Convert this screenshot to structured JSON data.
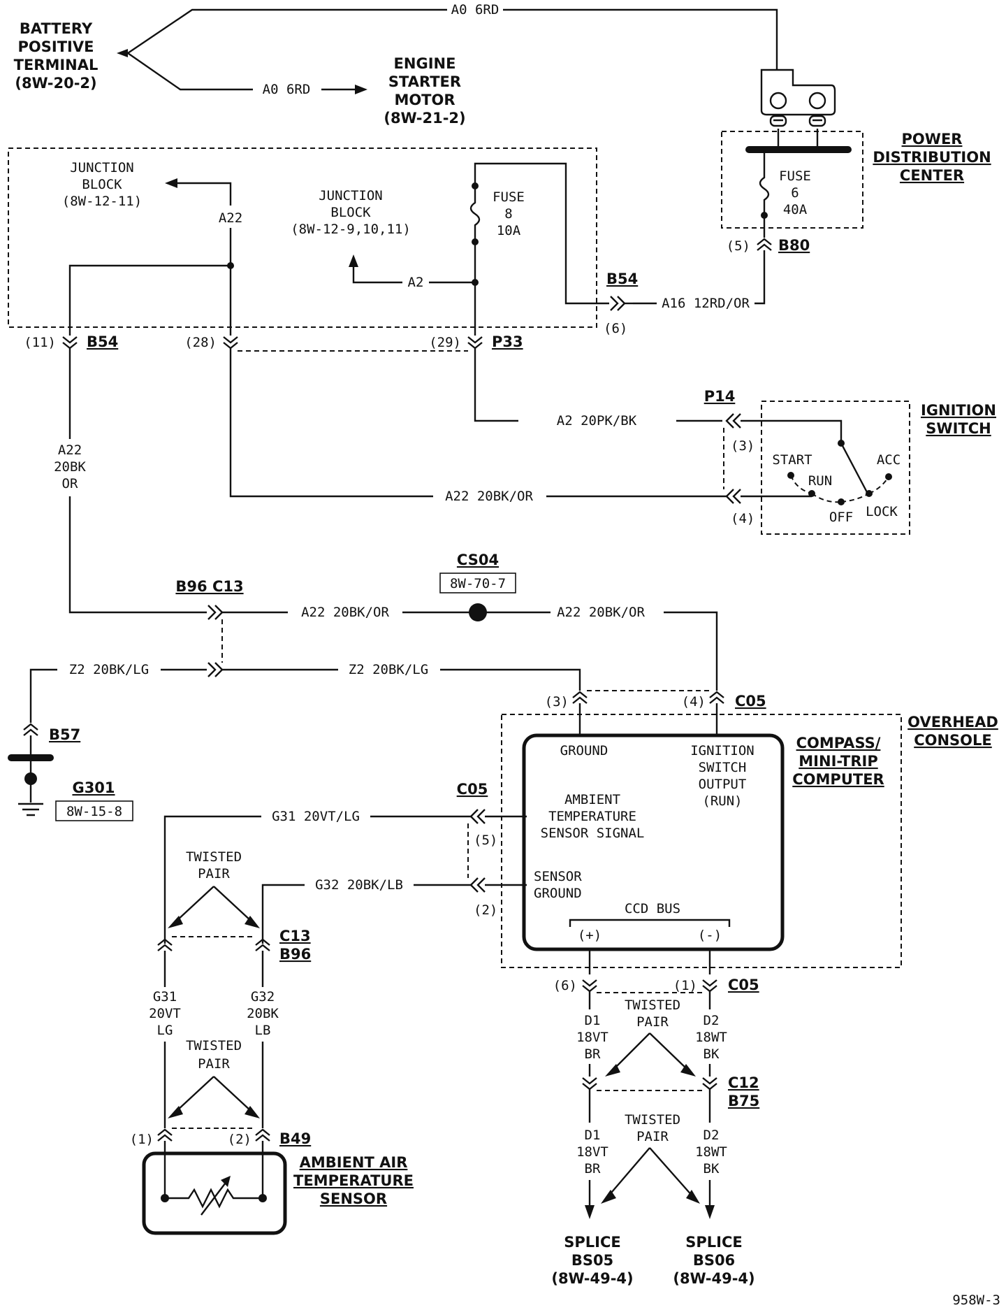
{
  "labels": {
    "battery": [
      "BATTERY",
      "POSITIVE",
      "TERMINAL",
      "(8W-20-2)"
    ],
    "starter": [
      "ENGINE",
      "STARTER",
      "MOTOR",
      "(8W-21-2)"
    ],
    "a0_top": "A0 6RD",
    "a0_bottom": "A0 6RD",
    "pdc": [
      "POWER",
      "DISTRIBUTION",
      "CENTER"
    ],
    "fuse6": [
      "FUSE",
      "6",
      "40A"
    ],
    "b80_pin": "(5)",
    "b80": "B80",
    "jb1": [
      "JUNCTION",
      "BLOCK",
      "(8W-12-11)"
    ],
    "a22_jb": "A22",
    "jb2": [
      "JUNCTION",
      "BLOCK",
      "(8W-12-9,10,11)"
    ],
    "fuse8": [
      "FUSE",
      "8",
      "10A"
    ],
    "a2_jb": "A2",
    "b54_top": "B54",
    "b54_top_pin": "(6)",
    "a16": "A16 12RD/OR",
    "pin11": "(11)",
    "b54_left": "B54",
    "pin28": "(28)",
    "pin29": "(29)",
    "p33": "P33",
    "p14": "P14",
    "a2_wire": "A2 20PK/BK",
    "ign": [
      "IGNITION",
      "SWITCH"
    ],
    "ign_pin3": "(3)",
    "ign_pin4": "(4)",
    "start": "START",
    "run": "RUN",
    "acc": "ACC",
    "off": "OFF",
    "lock": "LOCK",
    "a22_left": [
      "A22",
      "20BK",
      "OR"
    ],
    "a22_switch": "A22 20BK/OR",
    "cs04": "CS04",
    "cs04_ref": "8W-70-7",
    "b96_c13_top": "B96 C13",
    "a22_mid1": "A22 20BK/OR",
    "a22_mid2": "A22 20BK/OR",
    "z2_left": "Z2 20BK/LG",
    "z2_right": "Z2 20BK/LG",
    "b57": "B57",
    "g301": "G301",
    "g301_ref": "8W-15-8",
    "c05_pin3": "(3)",
    "c05_pin4": "(4)",
    "c05_top": "C05",
    "overhead": [
      "OVERHEAD",
      "CONSOLE"
    ],
    "compass": [
      "COMPASS/",
      "MINI-TRIP",
      "COMPUTER"
    ],
    "ground": "GROUND",
    "ign_out": [
      "IGNITION",
      "SWITCH",
      "OUTPUT",
      "(RUN)"
    ],
    "amb_sig": [
      "AMBIENT",
      "TEMPERATURE",
      "SENSOR SIGNAL"
    ],
    "sens_gnd": [
      "SENSOR",
      "GROUND"
    ],
    "ccd": "CCD BUS",
    "plus": "(+)",
    "minus": "(-)",
    "c05_left": "C05",
    "g31_wire": "G31 20VT/LG",
    "g32_wire": "G32 20BK/LB",
    "c05_pin5": "(5)",
    "c05_pin2": "(2)",
    "twisted": [
      "TWISTED",
      "PAIR"
    ],
    "c13": "C13",
    "b96": "B96",
    "g31_lbl": [
      "G31",
      "20VT",
      "LG"
    ],
    "g32_lbl": [
      "G32",
      "20BK",
      "LB"
    ],
    "b49_pin1": "(1)",
    "b49_pin2": "(2)",
    "b49": "B49",
    "sensor": [
      "AMBIENT AIR",
      "TEMPERATURE",
      "SENSOR"
    ],
    "c05_pin6": "(6)",
    "c05_pin1": "(1)",
    "c05_bot": "C05",
    "d1_lbl": [
      "D1",
      "18VT",
      "BR"
    ],
    "d2_lbl": [
      "D2",
      "18WT",
      "BK"
    ],
    "c12": "C12",
    "b75": "B75",
    "splice1": [
      "SPLICE",
      "BS05",
      "(8W-49-4)"
    ],
    "splice2": [
      "SPLICE",
      "BS06",
      "(8W-49-4)"
    ],
    "fig": "958W-3"
  }
}
